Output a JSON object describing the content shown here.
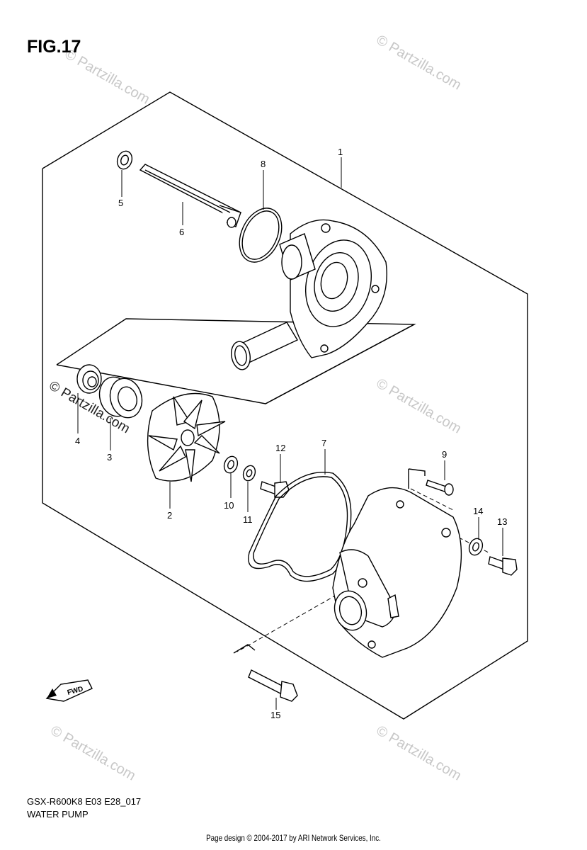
{
  "figure": {
    "title": "FIG.17",
    "model_code": "GSX-R600K8 E03 E28_017",
    "part_name": "WATER PUMP",
    "fwd_label": "FWD"
  },
  "watermark": "© Partzilla.com",
  "footer": "Page design © 2004-2017 by ARI Network Services, Inc.",
  "callouts": [
    {
      "id": "1",
      "label": "1"
    },
    {
      "id": "2",
      "label": "2"
    },
    {
      "id": "3",
      "label": "3"
    },
    {
      "id": "4",
      "label": "4"
    },
    {
      "id": "5",
      "label": "5"
    },
    {
      "id": "6",
      "label": "6"
    },
    {
      "id": "7",
      "label": "7"
    },
    {
      "id": "8",
      "label": "8"
    },
    {
      "id": "9",
      "label": "9"
    },
    {
      "id": "10",
      "label": "10"
    },
    {
      "id": "11",
      "label": "11"
    },
    {
      "id": "12",
      "label": "12"
    },
    {
      "id": "13",
      "label": "13"
    },
    {
      "id": "14",
      "label": "14"
    },
    {
      "id": "15",
      "label": "15"
    }
  ]
}
